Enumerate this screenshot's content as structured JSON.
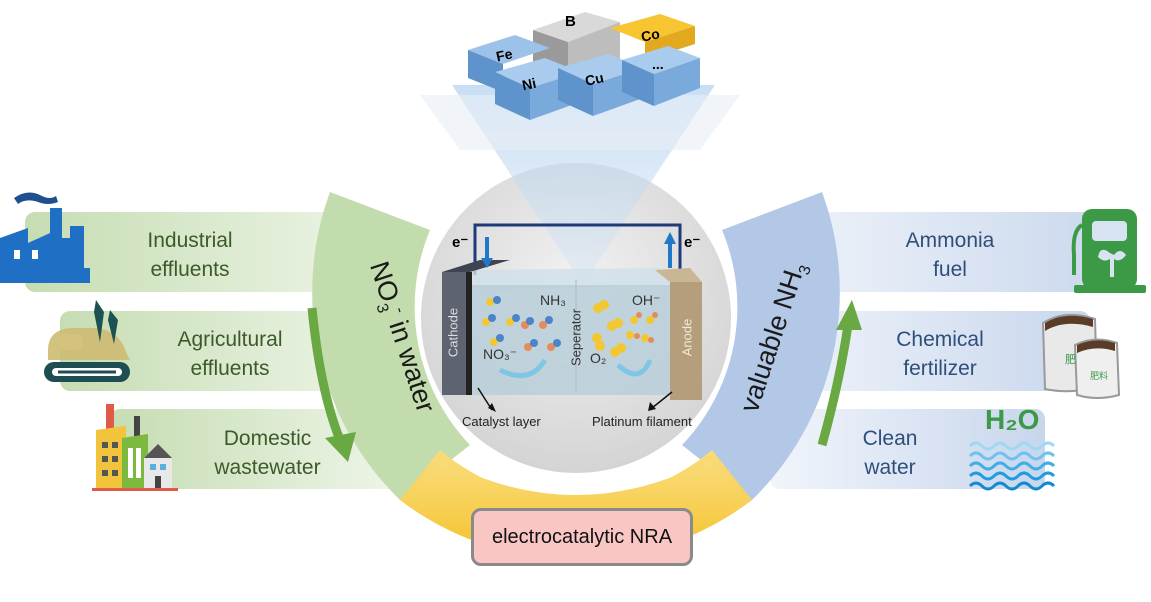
{
  "catalyst_elements": [
    "Fe",
    "B",
    "Co",
    "Ni",
    "Cu",
    "..."
  ],
  "left_ring_label": {
    "main": "NO",
    "sub": "3",
    "sup": "-",
    "rest": " in water"
  },
  "right_ring_label": {
    "main": "valuable NH",
    "sub": "3"
  },
  "bottom_label": "electrocatalytic NRA",
  "sources": [
    {
      "line1": "Industrial",
      "line2": "effluents",
      "icon": "factory-icon"
    },
    {
      "line1": "Agricultural",
      "line2": "effluents",
      "icon": "tractor-wheat-icon"
    },
    {
      "line1": "Domestic",
      "line2": "wastewater",
      "icon": "town-buildings-icon"
    }
  ],
  "products": [
    {
      "line1": "Ammonia",
      "line2": "fuel",
      "icon": "fuel-pump-icon"
    },
    {
      "line1": "Chemical",
      "line2": "fertilizer",
      "icon": "fertilizer-bags-icon"
    },
    {
      "line1": "Clean",
      "line2": "water",
      "icon": "water-waves-icon",
      "icon_text": "H₂O"
    }
  ],
  "cell": {
    "electron_left": "e⁻",
    "electron_right": "e⁻",
    "cathode": "Cathode",
    "anode": "Anode",
    "separator": "Seperator",
    "nh3": "NH₃",
    "no3": "NO₃⁻",
    "oh": "OH⁻",
    "o2": "O₂",
    "catalyst_layer": "Catalyst layer",
    "platinum_filament": "Platinum filament"
  },
  "colors": {
    "green_band": "#cfe3c0",
    "green_ring": "#c2dcad",
    "blue_band": "#dbe5f3",
    "blue_ring": "#b3c8e6",
    "yellow_ring": "#f7c93c",
    "center_gray": "#dcdcdc",
    "arrow_green": "#6aa843",
    "label_pink": "#f9c6c4"
  }
}
